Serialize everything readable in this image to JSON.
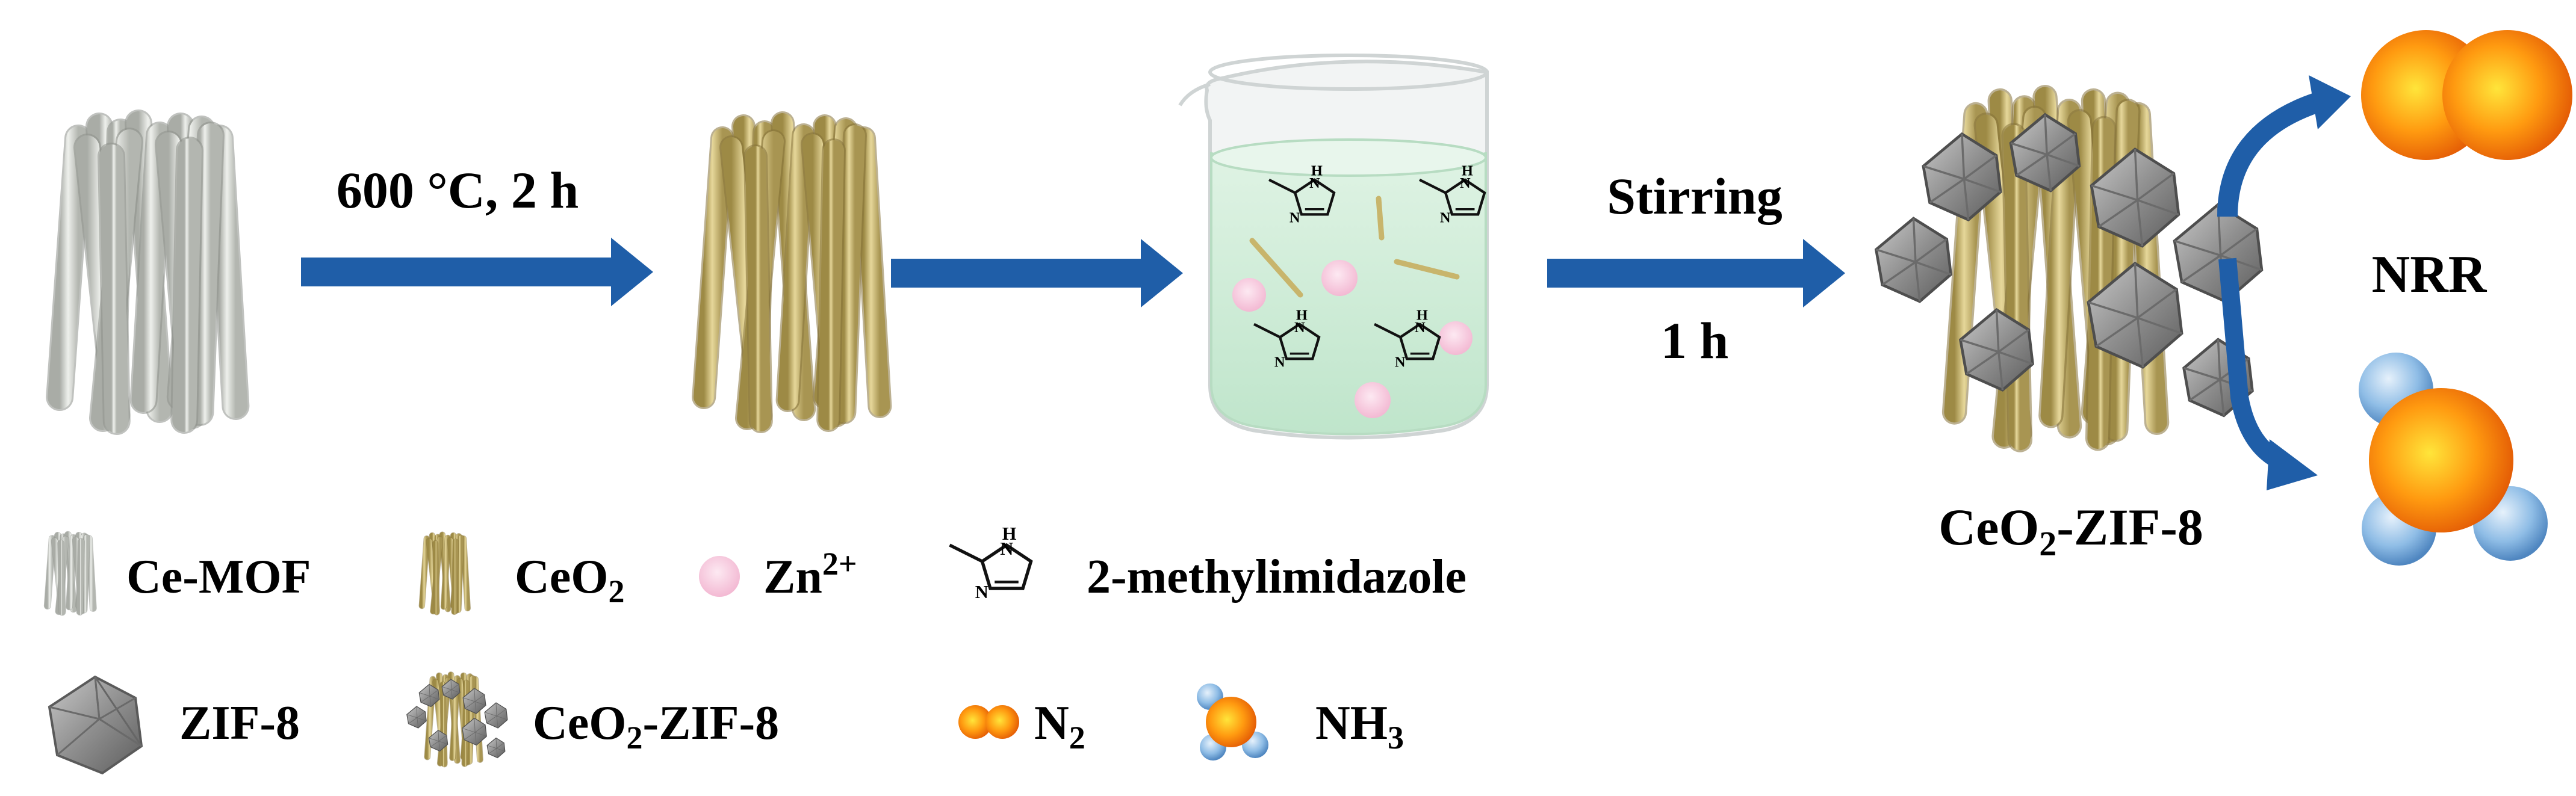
{
  "steps": {
    "calcination": "600 °C, 2 h",
    "stirring": "Stirring",
    "stirring_time": "1 h"
  },
  "product_label": "CeO",
  "product_sub": "2",
  "product_suffix": "-ZIF-8",
  "reaction": "NRR",
  "legend": {
    "ce_mof": "Ce-MOF",
    "ceo2": "CeO",
    "ceo2_sub": "2",
    "zn": "Zn",
    "zn_sup": "2+",
    "methylimidazole": "2-methylimidazole",
    "zif8": "ZIF-8",
    "ceo2_zif8": "CeO",
    "ceo2_zif8_sub": "2",
    "ceo2_zif8_suffix": "-ZIF-8",
    "n2": "N",
    "n2_sub": "2",
    "nh3": "NH",
    "nh3_sub": "3"
  },
  "colors": {
    "arrow": "#1f5ea8",
    "ce_mof_rod": "#c9ccc6",
    "ceo2_rod": "#c8b56c",
    "zn_dot": "#f7c6dd",
    "zif8": "#8c8c8c",
    "n_atom": "#f08a12",
    "h_atom": "#7fb2e0",
    "solution": "#cdebd6"
  }
}
